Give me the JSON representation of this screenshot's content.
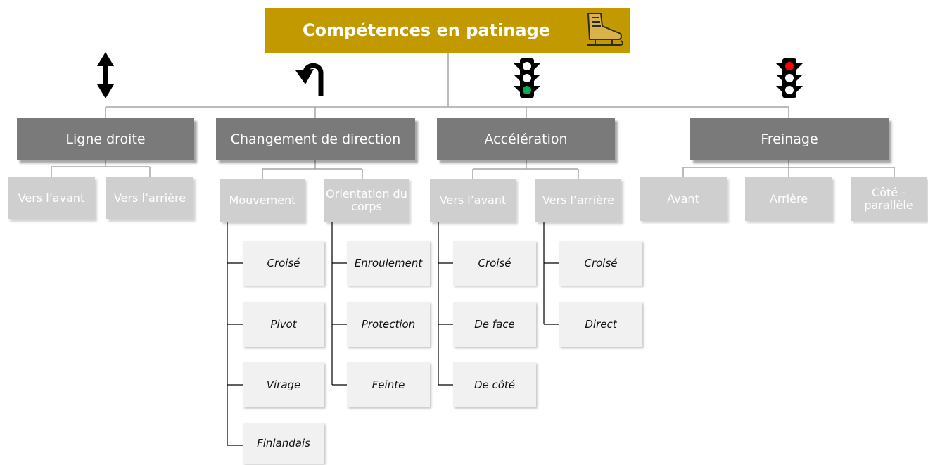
{
  "root": {
    "title": "Compétences en patinage",
    "icon": "skate-icon",
    "color": "#c29a00"
  },
  "categories": [
    {
      "label": "Ligne droite",
      "icon": "up-down-arrow-icon",
      "subs": [
        {
          "label": "Vers l’avant"
        },
        {
          "label": "Vers l’arrière"
        }
      ]
    },
    {
      "label": "Changement de direction",
      "icon": "u-turn-arrow-icon",
      "subs": [
        {
          "label": "Mouvement",
          "items": [
            "Croisé",
            "Pivot",
            "Virage",
            "Finlandais"
          ]
        },
        {
          "label": "Orientation du corps",
          "items": [
            "Enroulement",
            "Protection",
            "Feinte"
          ]
        }
      ]
    },
    {
      "label": "Accélération",
      "icon": "traffic-light-green-icon",
      "subs": [
        {
          "label": "Vers l’avant",
          "items": [
            "Croisé",
            "De face",
            "De côté"
          ]
        },
        {
          "label": "Vers l’arrière",
          "items": [
            "Croisé",
            "Direct"
          ]
        }
      ]
    },
    {
      "label": "Freinage",
      "icon": "traffic-light-red-icon",
      "subs": [
        {
          "label": "Avant"
        },
        {
          "label": "Arrière"
        },
        {
          "label": "Côté - parallèle"
        }
      ]
    }
  ],
  "colors": {
    "category": "#7a7a7a",
    "sub": "#cfcfcf",
    "leaf": "#f1f1f1",
    "connector": "#a6a6a6",
    "green_light": "#00b050",
    "red_light": "#ff0000"
  }
}
